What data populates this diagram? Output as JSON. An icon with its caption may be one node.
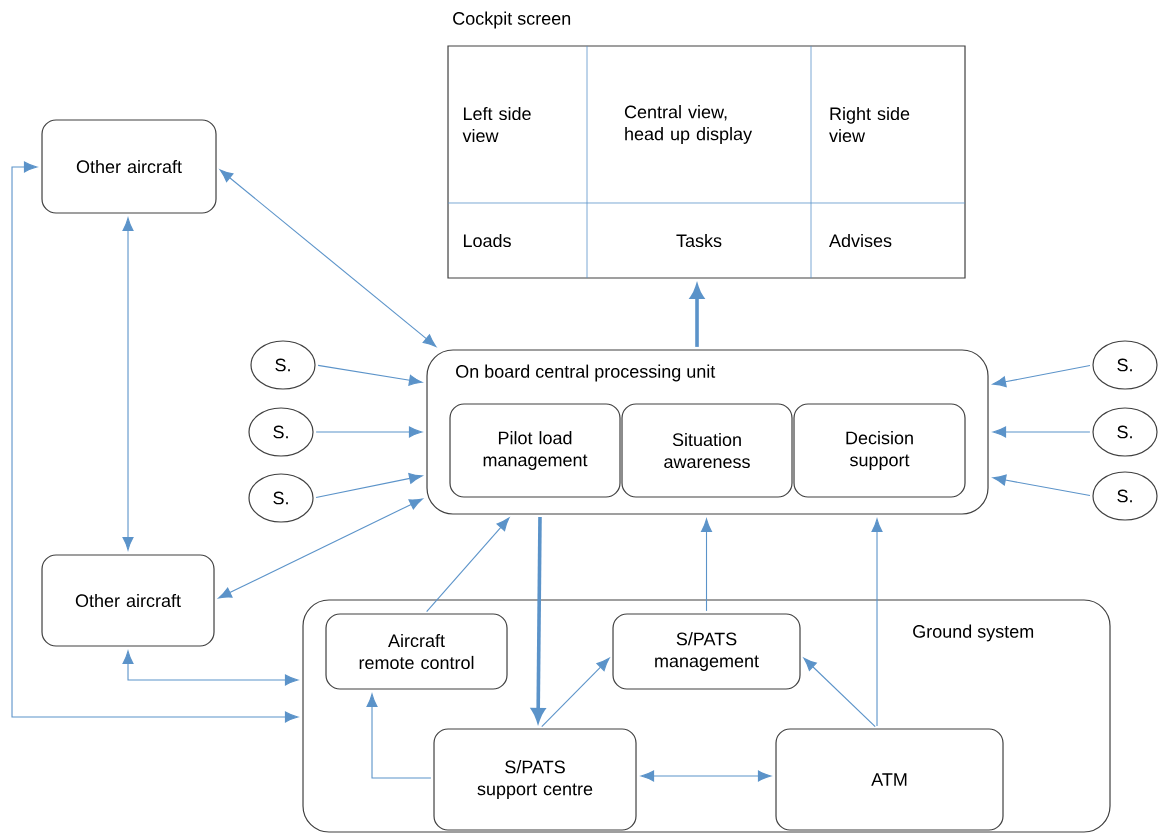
{
  "diagram": {
    "nodes": [
      {
        "text": [
          "Cockpit screen"
        ]
      },
      {
        "text": [
          "Left side view"
        ],
        "in": 0
      },
      {
        "text": [
          "Central view, head up display"
        ],
        "in": 0
      },
      {
        "text": [
          "Right side view"
        ],
        "in": 0
      },
      {
        "text": [
          "Loads"
        ],
        "in": 0
      },
      {
        "text": [
          "Tasks"
        ],
        "in": 0
      },
      {
        "text": [
          "Advises"
        ],
        "in": 0
      },
      {
        "text": [
          "Other aircraft"
        ]
      },
      {
        "text": [
          "On board central processing unit"
        ]
      },
      {
        "text": [
          "Pilot load management"
        ],
        "in": 8
      },
      {
        "text": [
          "Situation awareness"
        ],
        "in": 8
      },
      {
        "text": [
          "Decision support"
        ],
        "in": 8
      },
      {
        "text": [
          "S."
        ]
      },
      {
        "text": [
          "S."
        ]
      },
      {
        "text": [
          "S."
        ]
      },
      {
        "text": [
          "S."
        ]
      },
      {
        "text": [
          "S."
        ]
      },
      {
        "text": [
          "S."
        ]
      },
      {
        "text": [
          "Other aircraft"
        ]
      },
      {
        "text": [
          "Ground system"
        ]
      },
      {
        "text": [
          "Aircraft remote control"
        ],
        "in": 19
      },
      {
        "text": [
          "S/PATS management"
        ],
        "in": 19
      },
      {
        "text": [
          "S/PATS support centre"
        ],
        "in": 19
      },
      {
        "text": [
          "ATM"
        ],
        "in": 19
      }
    ],
    "edges": [
      {
        "from": 8,
        "to": 0,
        "arrow": "to",
        "style": "thick"
      },
      {
        "from": 7,
        "to": 8,
        "arrow": "both"
      },
      {
        "from": 7,
        "to": 18,
        "arrow": "both"
      },
      {
        "from": 12,
        "to": 8,
        "arrow": "to"
      },
      {
        "from": 13,
        "to": 8,
        "arrow": "to"
      },
      {
        "from": 14,
        "to": 8,
        "arrow": "to"
      },
      {
        "from": 15,
        "to": 8,
        "arrow": "to"
      },
      {
        "from": 16,
        "to": 8,
        "arrow": "to"
      },
      {
        "from": 17,
        "to": 8,
        "arrow": "to"
      },
      {
        "from": 18,
        "to": 8,
        "arrow": "both"
      },
      {
        "from": 20,
        "to": 8,
        "arrow": "to"
      },
      {
        "from": 8,
        "to": 22,
        "arrow": "to",
        "style": "thick"
      },
      {
        "from": 21,
        "to": 8,
        "arrow": "to"
      },
      {
        "from": 23,
        "to": 8,
        "arrow": "to"
      },
      {
        "from": 22,
        "to": 21,
        "arrow": "to"
      },
      {
        "from": 23,
        "to": 21,
        "arrow": "to"
      },
      {
        "from": 22,
        "to": 23,
        "arrow": "both"
      },
      {
        "from": 22,
        "to": 20,
        "arrow": "to"
      },
      {
        "from": 18,
        "to": 19,
        "arrow": "both"
      },
      {
        "from": 19,
        "to": 7,
        "arrow": "both"
      }
    ]
  }
}
